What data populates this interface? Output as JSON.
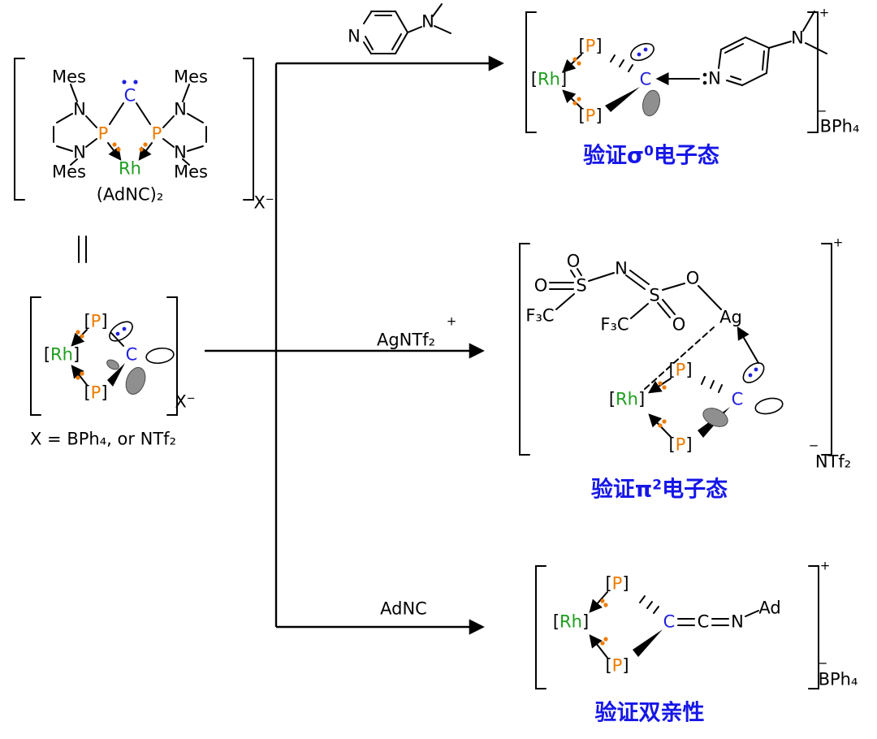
{
  "colors": {
    "p": "#EE7B00",
    "c": "#2121DE",
    "rh": "#1E9E1E",
    "caption": "#1616E8"
  },
  "atoms": {
    "p": "P",
    "rh": "Rh",
    "c": "C",
    "n": "N",
    "o": "O",
    "s": "S",
    "ag": "Ag",
    "open_bracket": "[",
    "close_bracket": "]",
    "plus": "+",
    "minus": "−"
  },
  "groups": {
    "mes": "Mes",
    "adnc2": "(AdNC)₂",
    "x": "X",
    "f3c": "F₃C",
    "ad": "Ad",
    "bph4": "BPh₄",
    "ntf2": "NTf₂"
  },
  "precursor": {
    "x_definition": "X = BPh₄, or NTf₂"
  },
  "reagents": {
    "agntf2": "AgNTf₂",
    "adnc": "AdNC"
  },
  "captions": {
    "sigma0": {
      "pre": "验证σ",
      "sup": "0",
      "post": "电子态"
    },
    "pi2": {
      "pre": "验证π",
      "sup": "2",
      "post": "电子态"
    },
    "ambiphilic": "验证双亲性"
  }
}
